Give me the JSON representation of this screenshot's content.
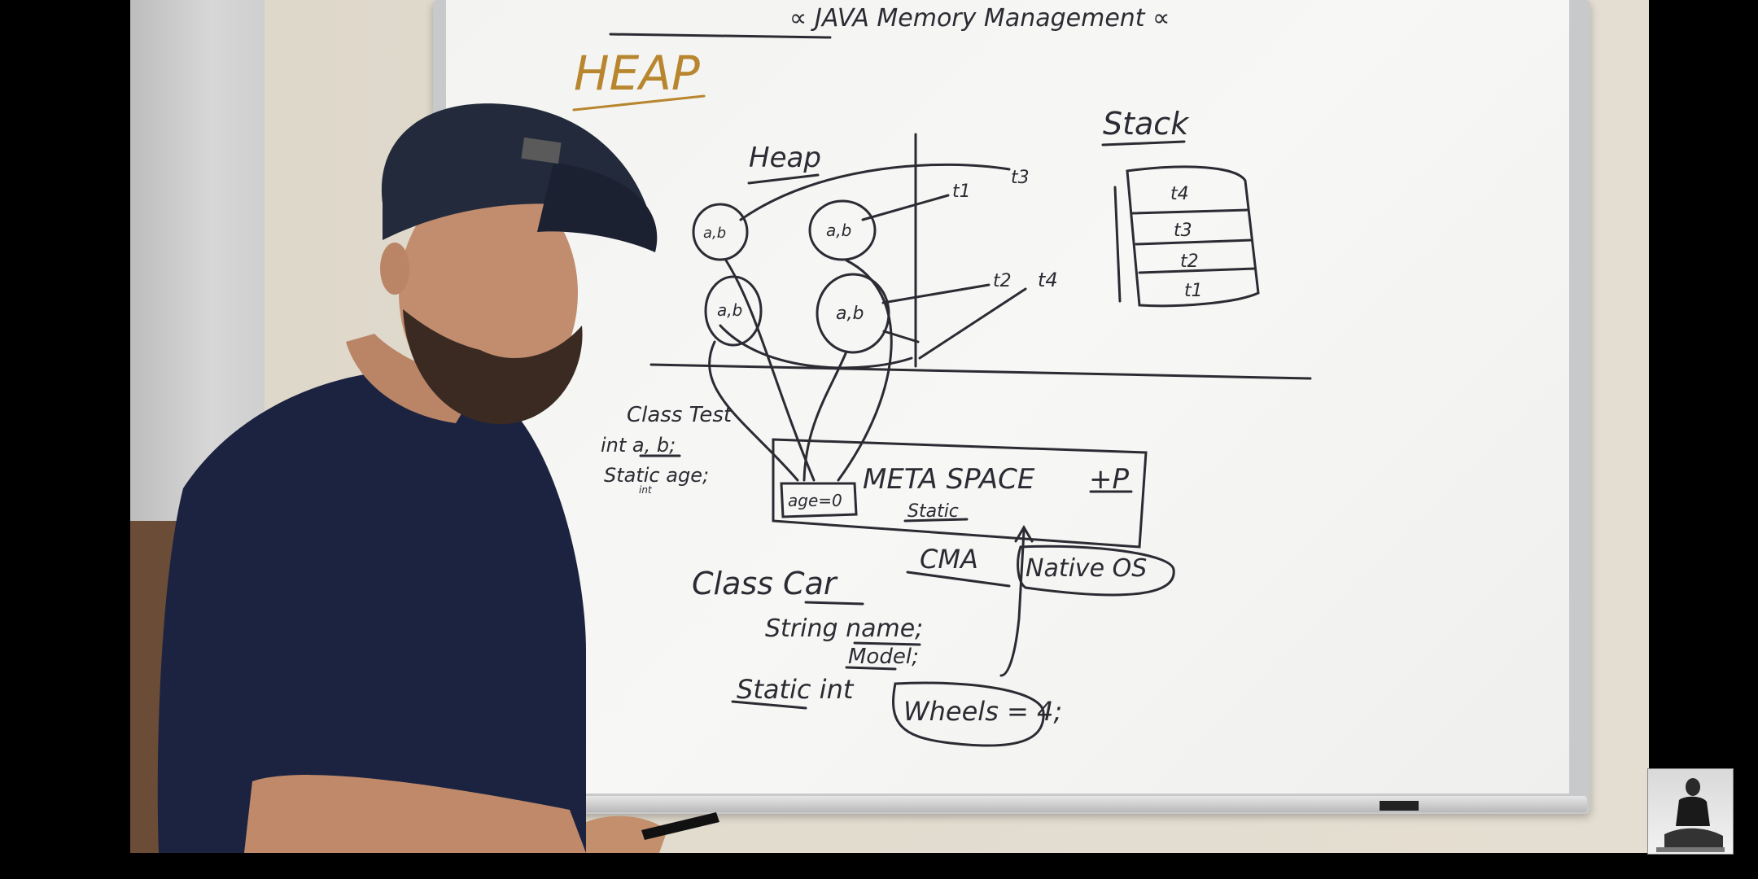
{
  "board": {
    "title": "∝ JAVA Memory Management ∝",
    "heap_heading": "HEAP",
    "heap_label": "Heap",
    "stack_label": "Stack",
    "circle_label": "a,b",
    "thread_labels": [
      "t3",
      "t1",
      "t2",
      "t4"
    ],
    "stack_frames": [
      "t4",
      "t3",
      "t2",
      "t1"
    ],
    "class_test": [
      "Class Test",
      "int a, b;",
      "Static age;"
    ],
    "class_test_sub": "int",
    "metaspace_label": "META SPACE",
    "metaspace_suffix": "+P",
    "metaspace_cell": "age=0",
    "metaspace_static": "Static",
    "cma_label": "CMA",
    "native_os_label": "Native OS",
    "class_car": [
      "Class Car",
      "String name;",
      "Model;",
      "Static int",
      "Wheels = 4;"
    ]
  },
  "colors": {
    "ink": "#2b2b33",
    "heading": "#b8862e",
    "shirt": "#1b2340",
    "cap": "#222a3b"
  },
  "icons": [
    "presenter-thumbnail-icon"
  ]
}
